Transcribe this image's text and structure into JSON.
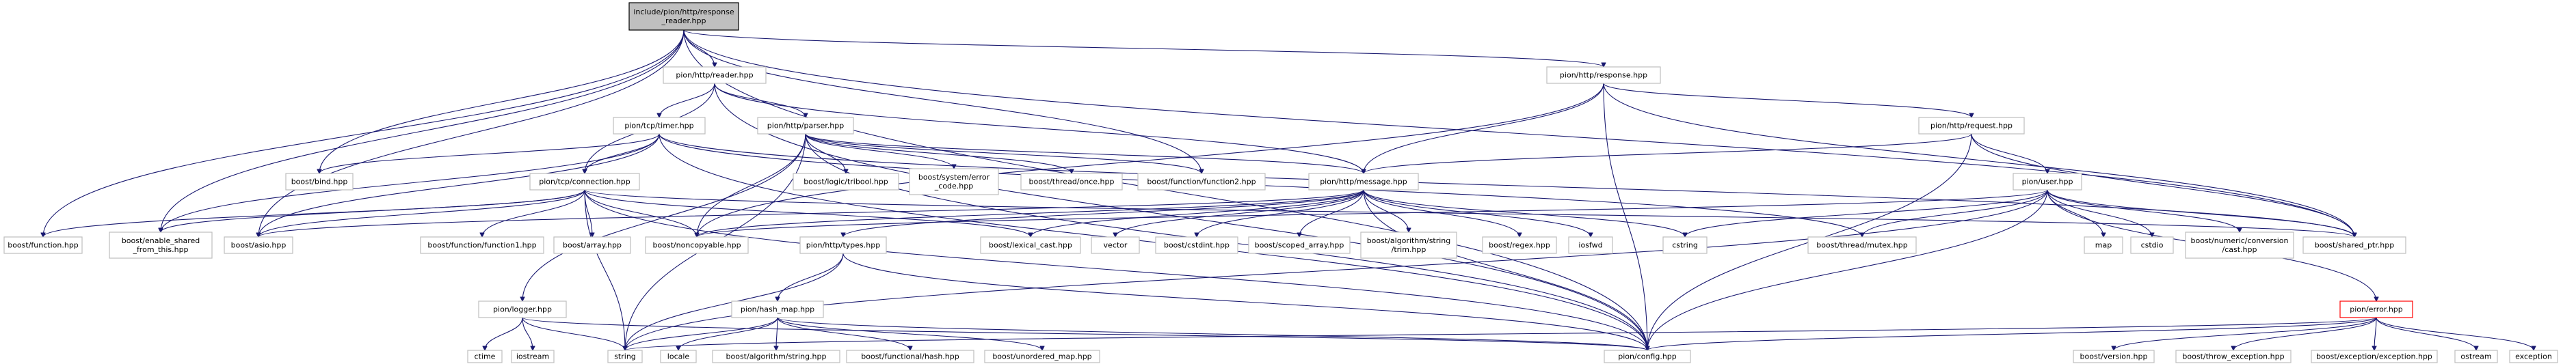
{
  "graph": {
    "nodes": [
      {
        "id": "root",
        "lines": [
          "include/pion/http/response",
          "_reader.hpp"
        ],
        "root": true
      },
      {
        "id": "reader",
        "lines": [
          "pion/http/reader.hpp"
        ]
      },
      {
        "id": "response",
        "lines": [
          "pion/http/response.hpp"
        ]
      },
      {
        "id": "timer",
        "lines": [
          "pion/tcp/timer.hpp"
        ]
      },
      {
        "id": "parser",
        "lines": [
          "pion/http/parser.hpp"
        ]
      },
      {
        "id": "request",
        "lines": [
          "pion/http/request.hpp"
        ]
      },
      {
        "id": "bind",
        "lines": [
          "boost/bind.hpp"
        ]
      },
      {
        "id": "tribool",
        "lines": [
          "boost/logic/tribool.hpp"
        ]
      },
      {
        "id": "syserr",
        "lines": [
          "boost/system/error",
          "_code.hpp"
        ]
      },
      {
        "id": "once",
        "lines": [
          "boost/thread/once.hpp"
        ]
      },
      {
        "id": "function2",
        "lines": [
          "boost/function/function2.hpp"
        ]
      },
      {
        "id": "connection",
        "lines": [
          "pion/tcp/connection.hpp"
        ]
      },
      {
        "id": "message",
        "lines": [
          "pion/http/message.hpp"
        ]
      },
      {
        "id": "user",
        "lines": [
          "pion/user.hpp"
        ]
      },
      {
        "id": "function",
        "lines": [
          "boost/function.hpp"
        ]
      },
      {
        "id": "enable_shared",
        "lines": [
          "boost/enable_shared",
          "_from_this.hpp"
        ]
      },
      {
        "id": "asio",
        "lines": [
          "boost/asio.hpp"
        ]
      },
      {
        "id": "function1",
        "lines": [
          "boost/function/function1.hpp"
        ]
      },
      {
        "id": "array",
        "lines": [
          "boost/array.hpp"
        ]
      },
      {
        "id": "noncopyable",
        "lines": [
          "boost/noncopyable.hpp"
        ]
      },
      {
        "id": "lexical_cast",
        "lines": [
          "boost/lexical_cast.hpp"
        ]
      },
      {
        "id": "vector",
        "lines": [
          "vector"
        ]
      },
      {
        "id": "cstdint",
        "lines": [
          "boost/cstdint.hpp"
        ]
      },
      {
        "id": "scoped_array",
        "lines": [
          "boost/scoped_array.hpp"
        ]
      },
      {
        "id": "trim",
        "lines": [
          "boost/algorithm/string",
          "/trim.hpp"
        ]
      },
      {
        "id": "regex",
        "lines": [
          "boost/regex.hpp"
        ]
      },
      {
        "id": "iosfwd",
        "lines": [
          "iosfwd"
        ]
      },
      {
        "id": "cstring",
        "lines": [
          "cstring"
        ]
      },
      {
        "id": "mutex",
        "lines": [
          "boost/thread/mutex.hpp"
        ]
      },
      {
        "id": "map",
        "lines": [
          "map"
        ]
      },
      {
        "id": "cstdio",
        "lines": [
          "cstdio"
        ]
      },
      {
        "id": "numeric_cast",
        "lines": [
          "boost/numeric/conversion",
          "/cast.hpp"
        ]
      },
      {
        "id": "shared_ptr",
        "lines": [
          "boost/shared_ptr.hpp"
        ]
      },
      {
        "id": "types",
        "lines": [
          "pion/http/types.hpp"
        ]
      },
      {
        "id": "logger",
        "lines": [
          "pion/logger.hpp"
        ]
      },
      {
        "id": "hash_map",
        "lines": [
          "pion/hash_map.hpp"
        ]
      },
      {
        "id": "error",
        "lines": [
          "pion/error.hpp"
        ],
        "red": true
      },
      {
        "id": "ctime",
        "lines": [
          "ctime"
        ]
      },
      {
        "id": "iostream",
        "lines": [
          "iostream"
        ]
      },
      {
        "id": "string",
        "lines": [
          "string"
        ]
      },
      {
        "id": "locale",
        "lines": [
          "locale"
        ]
      },
      {
        "id": "algo_string",
        "lines": [
          "boost/algorithm/string.hpp"
        ]
      },
      {
        "id": "functional_hash",
        "lines": [
          "boost/functional/hash.hpp"
        ]
      },
      {
        "id": "unordered_map",
        "lines": [
          "boost/unordered_map.hpp"
        ]
      },
      {
        "id": "config",
        "lines": [
          "pion/config.hpp"
        ]
      },
      {
        "id": "version",
        "lines": [
          "boost/version.hpp"
        ]
      },
      {
        "id": "throw_exception",
        "lines": [
          "boost/throw_exception.hpp"
        ]
      },
      {
        "id": "exception_hpp",
        "lines": [
          "boost/exception/exception.hpp"
        ]
      },
      {
        "id": "ostream",
        "lines": [
          "ostream"
        ]
      },
      {
        "id": "exception",
        "lines": [
          "exception"
        ]
      }
    ],
    "edges": [
      [
        "root",
        "reader"
      ],
      [
        "root",
        "response"
      ],
      [
        "root",
        "bind"
      ],
      [
        "root",
        "function2"
      ],
      [
        "root",
        "function"
      ],
      [
        "root",
        "enable_shared"
      ],
      [
        "root",
        "asio"
      ],
      [
        "root",
        "shared_ptr"
      ],
      [
        "root",
        "config"
      ],
      [
        "reader",
        "timer"
      ],
      [
        "reader",
        "parser"
      ],
      [
        "reader",
        "connection"
      ],
      [
        "reader",
        "message"
      ],
      [
        "reader",
        "config"
      ],
      [
        "response",
        "message"
      ],
      [
        "response",
        "request"
      ],
      [
        "response",
        "shared_ptr"
      ],
      [
        "response",
        "config"
      ],
      [
        "response",
        "noncopyable"
      ],
      [
        "timer",
        "bind"
      ],
      [
        "timer",
        "connection"
      ],
      [
        "timer",
        "asio"
      ],
      [
        "timer",
        "mutex"
      ],
      [
        "timer",
        "shared_ptr"
      ],
      [
        "timer",
        "enable_shared"
      ],
      [
        "timer",
        "config"
      ],
      [
        "parser",
        "tribool"
      ],
      [
        "parser",
        "syserr"
      ],
      [
        "parser",
        "once"
      ],
      [
        "parser",
        "function2"
      ],
      [
        "parser",
        "message"
      ],
      [
        "parser",
        "noncopyable"
      ],
      [
        "parser",
        "string"
      ],
      [
        "parser",
        "logger"
      ],
      [
        "parser",
        "config"
      ],
      [
        "request",
        "user"
      ],
      [
        "request",
        "message"
      ],
      [
        "request",
        "shared_ptr"
      ],
      [
        "request",
        "config"
      ],
      [
        "connection",
        "function"
      ],
      [
        "connection",
        "enable_shared"
      ],
      [
        "connection",
        "asio"
      ],
      [
        "connection",
        "function1"
      ],
      [
        "connection",
        "array"
      ],
      [
        "connection",
        "noncopyable"
      ],
      [
        "connection",
        "lexical_cast"
      ],
      [
        "connection",
        "string"
      ],
      [
        "connection",
        "config"
      ],
      [
        "connection",
        "shared_ptr"
      ],
      [
        "message",
        "asio"
      ],
      [
        "message",
        "noncopyable"
      ],
      [
        "message",
        "lexical_cast"
      ],
      [
        "message",
        "vector"
      ],
      [
        "message",
        "cstdint"
      ],
      [
        "message",
        "scoped_array"
      ],
      [
        "message",
        "trim"
      ],
      [
        "message",
        "regex"
      ],
      [
        "message",
        "iosfwd"
      ],
      [
        "message",
        "cstring"
      ],
      [
        "message",
        "types"
      ],
      [
        "message",
        "config"
      ],
      [
        "user",
        "noncopyable"
      ],
      [
        "user",
        "cstring"
      ],
      [
        "user",
        "mutex"
      ],
      [
        "user",
        "map"
      ],
      [
        "user",
        "cstdio"
      ],
      [
        "user",
        "numeric_cast"
      ],
      [
        "user",
        "shared_ptr"
      ],
      [
        "user",
        "error"
      ],
      [
        "user",
        "string"
      ],
      [
        "user",
        "config"
      ],
      [
        "types",
        "string"
      ],
      [
        "types",
        "config"
      ],
      [
        "logger",
        "ctime"
      ],
      [
        "logger",
        "iostream"
      ],
      [
        "logger",
        "string"
      ],
      [
        "logger",
        "config"
      ],
      [
        "hash_map",
        "string"
      ],
      [
        "hash_map",
        "locale"
      ],
      [
        "hash_map",
        "algo_string"
      ],
      [
        "hash_map",
        "functional_hash"
      ],
      [
        "hash_map",
        "unordered_map"
      ],
      [
        "hash_map",
        "config"
      ],
      [
        "types",
        "hash_map"
      ],
      [
        "error",
        "config"
      ],
      [
        "error",
        "version"
      ],
      [
        "error",
        "throw_exception"
      ],
      [
        "error",
        "exception_hpp"
      ],
      [
        "error",
        "ostream"
      ],
      [
        "error",
        "exception"
      ],
      [
        "error",
        "string"
      ]
    ]
  }
}
